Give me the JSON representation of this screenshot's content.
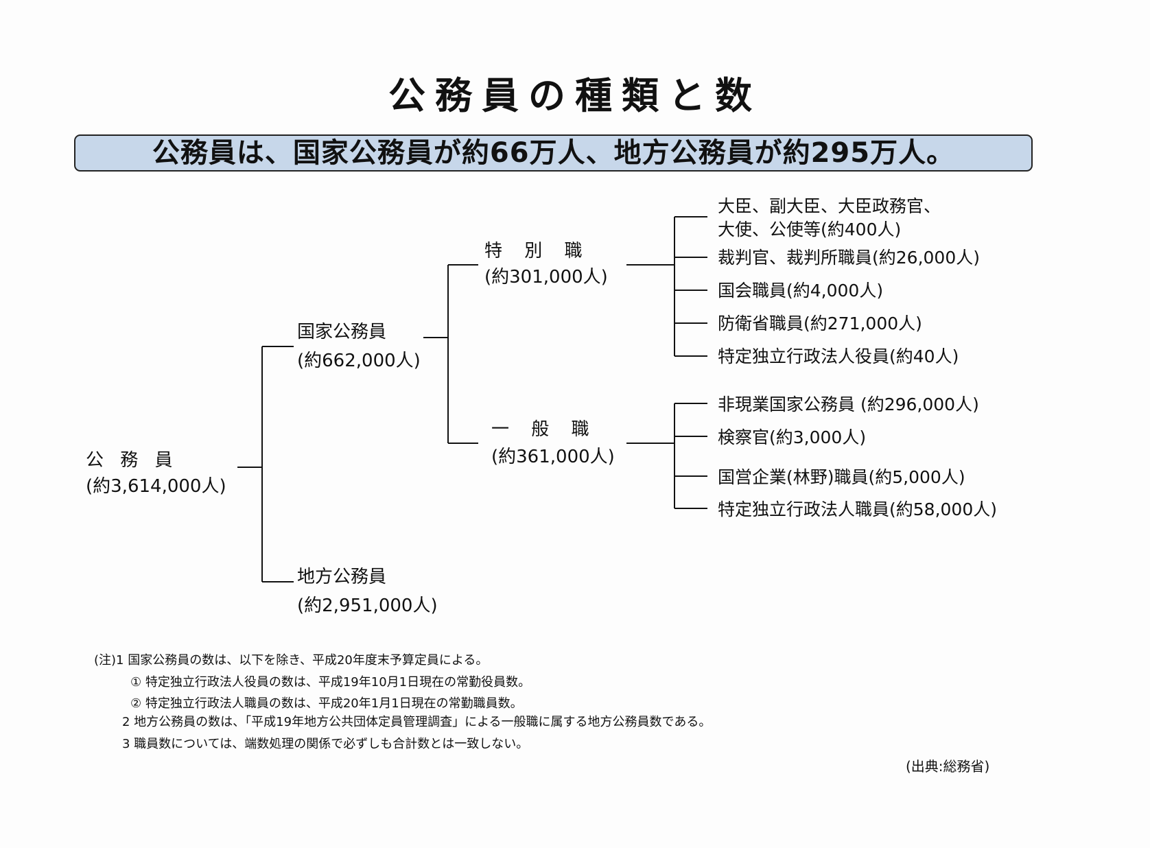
{
  "title": "公務員の種類と数",
  "banner": "公務員は、国家公務員が約66万人、地方公務員が約295万人。",
  "tree": {
    "root": {
      "label": "公 務 員",
      "count": "(約3,614,000人)"
    },
    "national": {
      "label": "国家公務員",
      "count": "(約662,000人)"
    },
    "local": {
      "label": "地方公務員",
      "count": "(約2,951,000人)"
    },
    "special": {
      "label": "特 別 職",
      "count": "(約301,000人)",
      "items": [
        {
          "line1": "大臣、副大臣、大臣政務官、",
          "line2": "大使、公使等(約400人)"
        },
        {
          "line1": "裁判官、裁判所職員(約26,000人)"
        },
        {
          "line1": "国会職員(約4,000人)"
        },
        {
          "line1": "防衛省職員(約271,000人)"
        },
        {
          "line1": "特定独立行政法人役員(約40人)"
        }
      ]
    },
    "general": {
      "label": "一 般 職",
      "count": "(約361,000人)",
      "items": [
        {
          "line1": "非現業国家公務員 (約296,000人)"
        },
        {
          "line1": "検察官(約3,000人)"
        },
        {
          "line1": "国営企業(林野)職員(約5,000人)"
        },
        {
          "line1": "特定独立行政法人職員(約58,000人)"
        }
      ]
    }
  },
  "notes": {
    "n1": "(注)1  国家公務員の数は、以下を除き、平成20年度末予算定員による。",
    "n1a": "①  特定独立行政法人役員の数は、平成19年10月1日現在の常勤役員数。",
    "n1b": "②  特定独立行政法人職員の数は、平成20年1月1日現在の常勤職員数。",
    "n2": "2  地方公務員の数は、「平成19年地方公共団体定員管理調査」による一般職に属する地方公務員数である。",
    "n3": "3  職員数については、端数処理の関係で必ずしも合計数とは一致しない。",
    "source": "(出典:総務省)"
  }
}
